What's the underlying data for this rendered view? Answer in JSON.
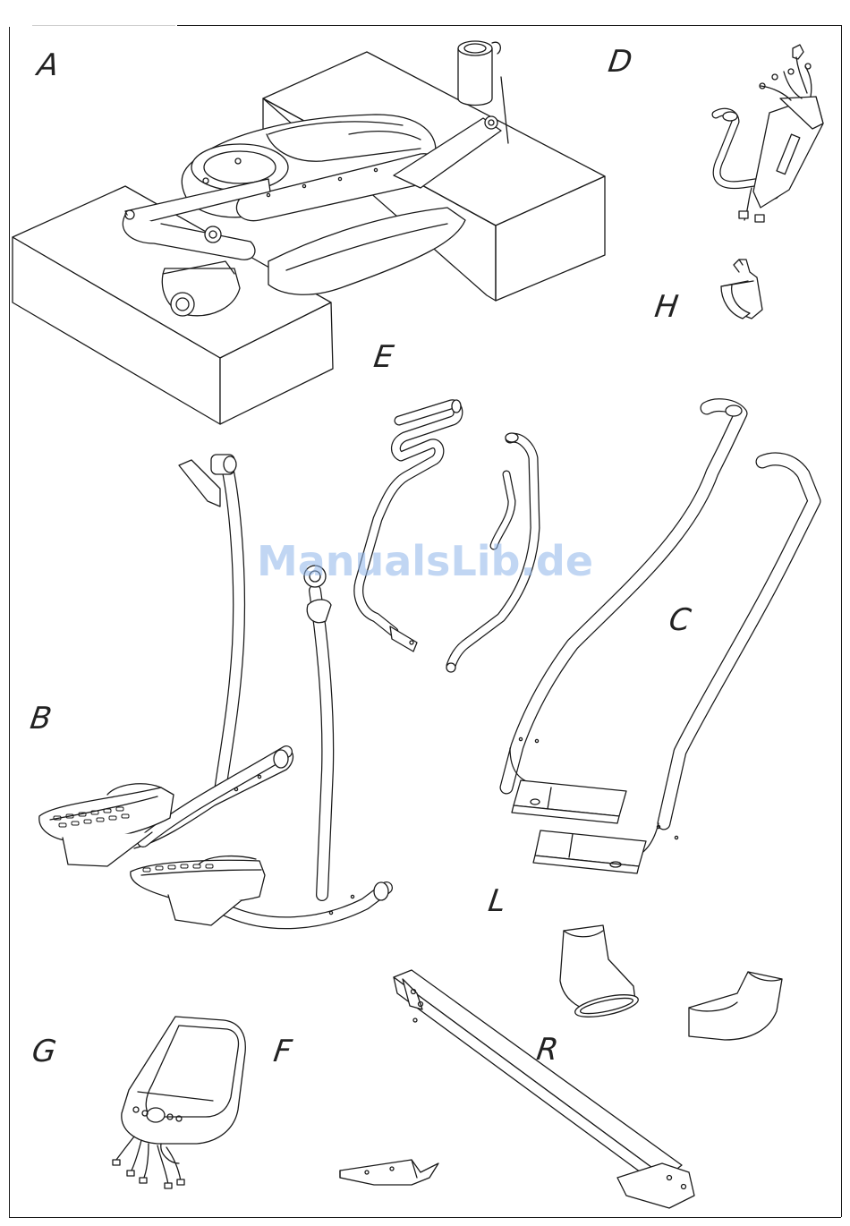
{
  "watermark": "ManualsLib.de",
  "labels": {
    "A": "A",
    "B": "B",
    "C": "C",
    "D": "D",
    "E": "E",
    "F": "F",
    "G": "G",
    "H": "H",
    "L": "L",
    "R": "R"
  },
  "colors": {
    "line": "#1a1a1a",
    "watermark": "#8fb6ea",
    "background": "#ffffff"
  }
}
